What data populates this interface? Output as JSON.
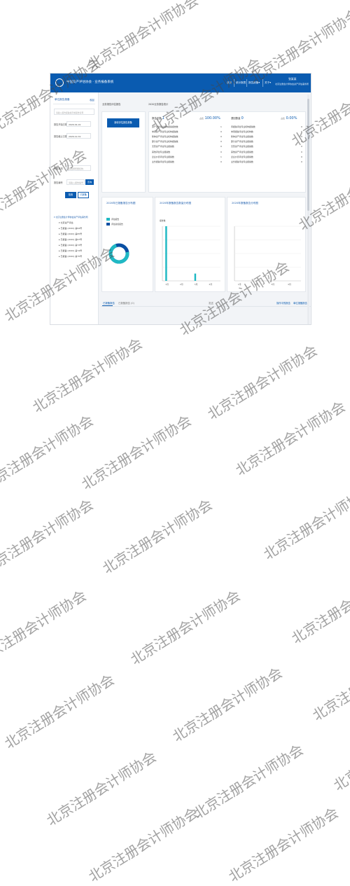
{
  "app": {
    "title": "中国资产评估协会 · 业务报备系统",
    "nav": [
      "首页",
      "统计报表",
      "报告报备",
      "关于"
    ],
    "user_name": "张某某",
    "user_org": "北京注册会计师协会资产评估事务所"
  },
  "sidebar": {
    "title": "单位报告报备",
    "collapse": "收起",
    "search_placeholder": "请输入报告报备编号或报告名称",
    "start_label": "报告开始日期",
    "start_value": "2020-01-01",
    "end_label": "报告截止日期",
    "end_value": "2020-12-31",
    "firm_label": "所属机构",
    "firm_placeholder": "请选择所属机构",
    "report_label": "报告编号",
    "report_placeholder": "请输入报告编号",
    "query_small": "查询",
    "btn_query": "检索",
    "btn_reset": "已报备",
    "tree_root": "北京注册会计师协会资产评估事务所",
    "tree_items": [
      "北京资产评估",
      "已报备 (2020) 第64号",
      "已报备 (2020) 第65号",
      "已报备 (2020) 第67号",
      "已报备 (2020) 第73号",
      "已报备 (2020) 第74号",
      "已报备 (2020) 第75号"
    ]
  },
  "content": {
    "crumb_left": "业务报告评估报告",
    "crumb_right": "2020业务报告统计",
    "main_button": "新增评估报告报备",
    "stats_left": {
      "label": "报告总数",
      "value": "1",
      "pct": "100.00%",
      "pct_label": "占比",
      "rows": [
        "资产评估专业机构报备报告数",
        "单项资产评估专业机构报备数",
        "整体资产评估专业机构报备数",
        "部分资产评估专业机构报备数",
        "无形资产评估专业报备数",
        "其他评估专业报备数",
        "企业价值评估专业报备数",
        "业务报备评估专业报备数"
      ],
      "nums": [
        "1",
        "0",
        "0",
        "0",
        "0",
        "0",
        "1",
        "0"
      ]
    },
    "stats_right": {
      "label": "退回数量",
      "value": "0",
      "pct": "0.00%",
      "pct_label": "占比",
      "rows": [
        "待报备评估专业机构报备数",
        "单项报备评估专业机构数",
        "整体资产评估专业报备数",
        "部分资产评估专业报备数",
        "无形资产评估专业报备数",
        "其他资产评估专业报备数",
        "企业价值评估专业报备数",
        "业务报备评估专业报备数"
      ],
      "nums": [
        "0",
        "0",
        "0",
        "0",
        "0",
        "0",
        "0",
        "0"
      ]
    },
    "tabs": {
      "active": "已报备报告",
      "other": "已报备报告 (0)",
      "middle": "发送"
    },
    "actions": {
      "link1": "操作中的报告",
      "link2": "单位报备报告"
    }
  },
  "chart_data": [
    {
      "type": "pie",
      "title": "2020年已报备报告分布图",
      "legend": [
        "评估报告",
        "评估复核报告"
      ],
      "values": [
        1,
        0
      ],
      "colors": [
        "#20b9c4",
        "#0a4fa3"
      ]
    },
    {
      "type": "bar",
      "title": "2020年报备报告数量分布图",
      "ylabel": "报告数",
      "categories": [
        "1月",
        "2月",
        "3月",
        "4月"
      ],
      "values": [
        60,
        0,
        8,
        0
      ],
      "color": "#20b9c4"
    },
    {
      "type": "bar",
      "title": "2020年报备报告分布图",
      "categories": [
        "1月",
        "2月",
        "3月",
        "4月"
      ],
      "values": [
        0,
        0,
        0,
        0
      ],
      "color": "#20b9c4"
    }
  ],
  "watermark": "北京注册会计师协会"
}
